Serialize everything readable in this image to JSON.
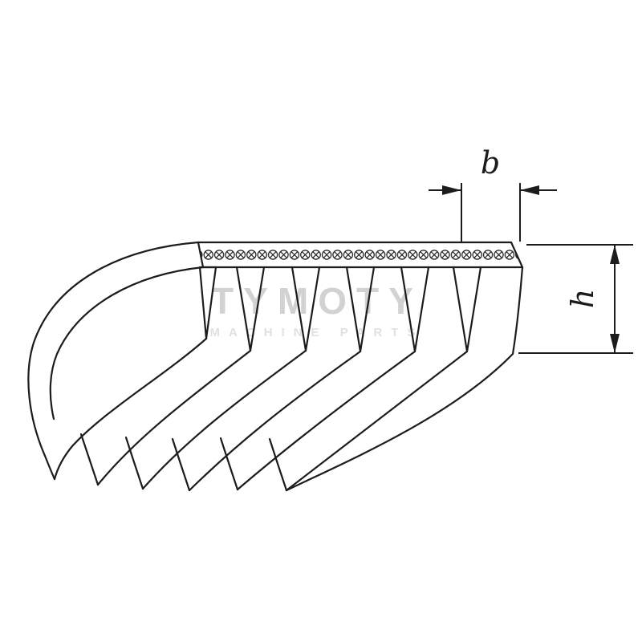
{
  "dimensions": {
    "width_label": "b",
    "height_label": "h"
  },
  "watermark": {
    "line1": "TYMOTY",
    "line2": "MACHINE PARTS"
  },
  "colors": {
    "line": "#1c1c1c",
    "background": "#ffffff",
    "watermark_line1": "#d2d2d2",
    "watermark_line2": "#e1e1e1"
  }
}
